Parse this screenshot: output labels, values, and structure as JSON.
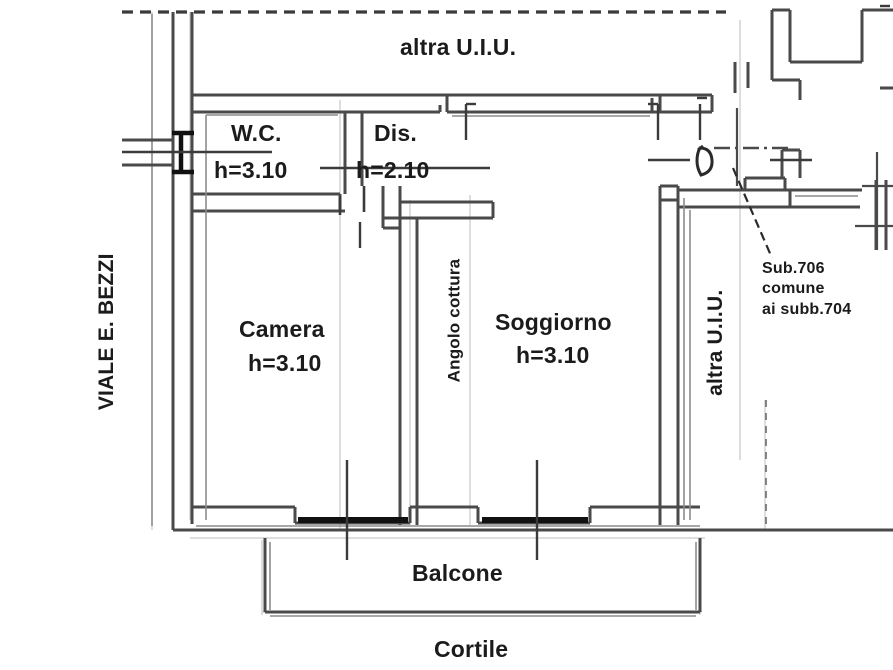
{
  "drawing": {
    "type": "architectural-floor-plan",
    "title": "Planimetria catastale",
    "colors": {
      "wall": "#4a4a4a",
      "wall_light": "#9a9a9a",
      "sill": "#111111",
      "text": "#1b1b1b",
      "background": "#ffffff"
    }
  },
  "rooms": [
    {
      "key": "wc",
      "name": "W.C.",
      "height_label": "h=3.10"
    },
    {
      "key": "dis",
      "name": "Dis.",
      "height_label": "h=2.10"
    },
    {
      "key": "camera",
      "name": "Camera",
      "height_label": "h=3.10"
    },
    {
      "key": "soggiorno",
      "name": "Soggiorno",
      "height_label": "h=3.10"
    },
    {
      "key": "angolo",
      "name": "Angolo cottura",
      "height_label": ""
    },
    {
      "key": "balcone",
      "name": "Balcone",
      "height_label": ""
    }
  ],
  "labels": {
    "top_unit": "altra U.I.U.",
    "right_unit": "altra U.I.U.",
    "street": "VIALE E. BEZZI",
    "courtyard": "Cortile",
    "wc_name": "W.C.",
    "wc_height": "h=3.10",
    "dis_name": "Dis.",
    "dis_height": "h=2.10",
    "camera_name": "Camera",
    "camera_height": "h=3.10",
    "soggiorno_name": "Soggiorno",
    "soggiorno_height": "h=3.10",
    "angolo_cottura": "Angolo cottura",
    "balcone": "Balcone"
  },
  "annotation": {
    "line1": "Sub.706",
    "line2": "comune",
    "line3": "ai subb.704"
  }
}
